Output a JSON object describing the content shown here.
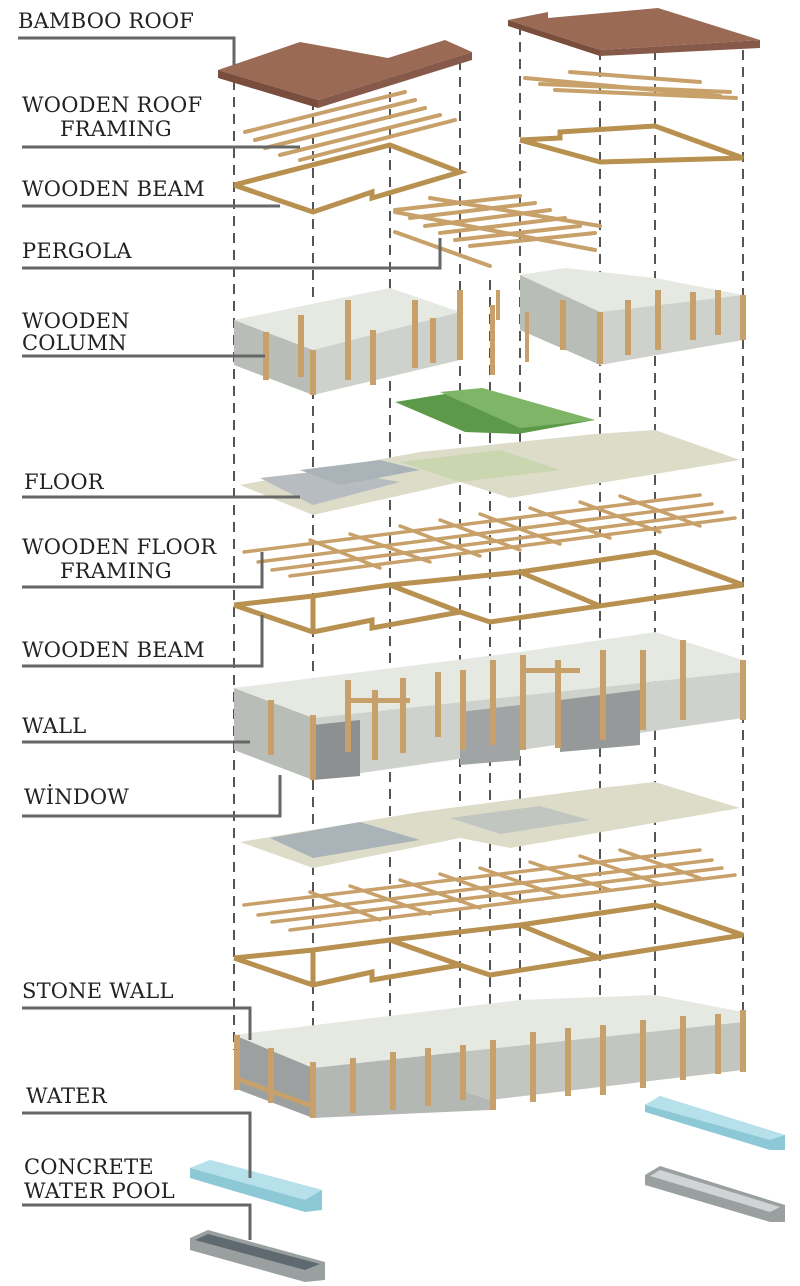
{
  "labels": {
    "bamboo_roof": "BAMBOO ROOF",
    "wooden_roof_framing_1": "WOODEN ROOF",
    "wooden_roof_framing_2": "FRAMING",
    "wooden_beam_top": "WOODEN BEAM",
    "pergola": "PERGOLA",
    "wooden_column_1": "WOODEN",
    "wooden_column_2": "COLUMN",
    "floor": "FLOOR",
    "wooden_floor_framing_1": "WOODEN FLOOR",
    "wooden_floor_framing_2": "FRAMING",
    "wooden_beam_mid": "WOODEN BEAM",
    "wall": "WALL",
    "window": "WİNDOW",
    "stone_wall": "STONE WALL",
    "water": "WATER",
    "concrete_water_pool_1": "CONCRETE",
    "concrete_water_pool_2": "WATER POOL"
  },
  "colors": {
    "roof": "#9a6a55",
    "roof_dark": "#7a4e3c",
    "wood": "#c8a06a",
    "wood_dark": "#a27a45",
    "wall_light": "#e6e8e2",
    "wall_mid": "#b9bdb8",
    "wall_dark": "#8c9090",
    "floor": "#dcdcc8",
    "grass": "#5c9a4a",
    "water": "#8cc8d6",
    "concrete": "#9aa0a0",
    "leader": "#666666",
    "dash": "#555555"
  }
}
